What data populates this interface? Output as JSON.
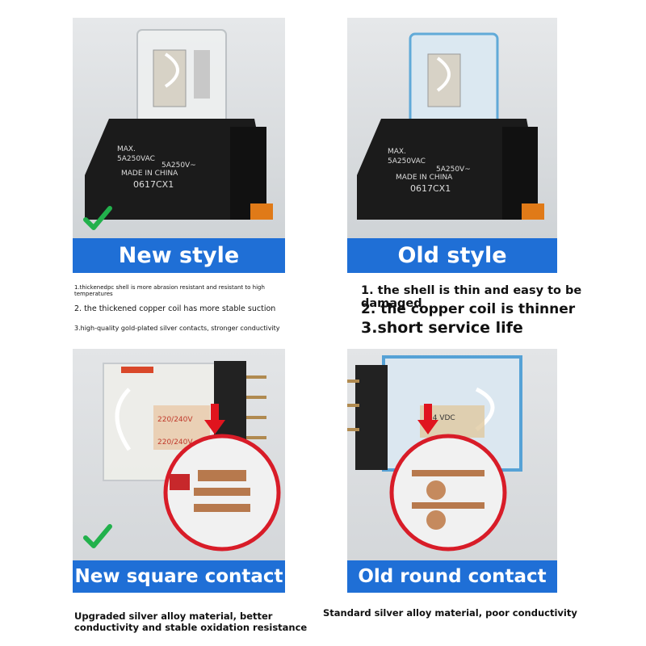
{
  "colors": {
    "banner": "#1f6fd6",
    "check": "#22b14c",
    "arrow": "#e0141e"
  },
  "top": {
    "left": {
      "banner": "New style",
      "relay_labels": [
        "MAX.",
        "5A250VAC",
        "5A250V~",
        "MADE IN CHINA",
        "0617CX1"
      ]
    },
    "right": {
      "banner": "Old style",
      "relay_labels": [
        "MAX.",
        "5A250VAC",
        "5A250V~",
        "MADE IN CHINA",
        "0617CX1"
      ]
    }
  },
  "left_notes": [
    "1.thickenedpc shell is more abrasion resistant and resistant to high temperatures",
    "2. the thickened copper coil has more stable suction",
    "3.high-quality gold-plated silver contacts, stronger conductivity"
  ],
  "right_notes": [
    "1. the shell is thin and easy to be damaged",
    "2. the copper coil is thinner",
    "3.short service life"
  ],
  "bottom": {
    "left": {
      "banner": "New square contact",
      "coil_labels": [
        "220/240V",
        "220/240V"
      ]
    },
    "right": {
      "banner": "Old round contact",
      "coil_labels": [
        "24 VDC"
      ]
    }
  },
  "bottom_left_note": [
    "Upgraded silver alloy material, better",
    "conductivity and stable oxidation resistance"
  ],
  "bottom_right_note": "Standard silver alloy material, poor conductivity",
  "icons": [
    "check-icon",
    "arrow-down-icon"
  ]
}
